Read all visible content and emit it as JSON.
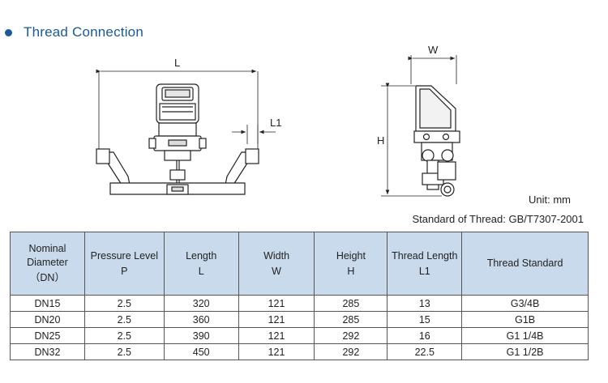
{
  "section": {
    "title": "Thread Connection"
  },
  "drawing": {
    "dim_L": "L",
    "dim_L1": "L1",
    "dim_W": "W",
    "dim_H": "H"
  },
  "units": {
    "label": "Unit:",
    "value": "mm"
  },
  "standard": {
    "label": "Standard of Thread:",
    "value": "GB/T7307-2001"
  },
  "table": {
    "headers": [
      {
        "name": "Nominal Diameter",
        "sub": "（DN）"
      },
      {
        "name": "Pressure Level",
        "sub": "P"
      },
      {
        "name": "Length",
        "sub": "L"
      },
      {
        "name": "Width",
        "sub": "W"
      },
      {
        "name": "Height",
        "sub": "H"
      },
      {
        "name": "Thread Length",
        "sub": "L1"
      },
      {
        "name": "Thread Standard",
        "sub": ""
      }
    ],
    "rows": [
      [
        "DN15",
        "2.5",
        "320",
        "121",
        "285",
        "13",
        "G3/4B"
      ],
      [
        "DN20",
        "2.5",
        "360",
        "121",
        "285",
        "15",
        "G1B"
      ],
      [
        "DN25",
        "2.5",
        "390",
        "121",
        "292",
        "16",
        "G1  1/4B"
      ],
      [
        "DN32",
        "2.5",
        "450",
        "121",
        "292",
        "22.5",
        "G1  1/2B"
      ]
    ]
  }
}
